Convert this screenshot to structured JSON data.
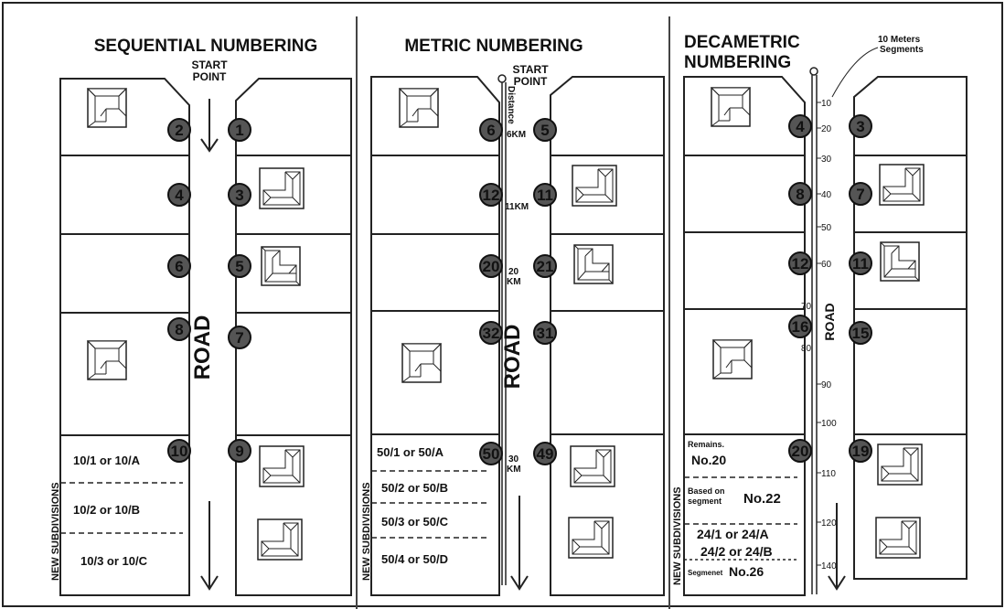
{
  "sequential": {
    "title": "SEQUENTIAL NUMBERING",
    "start_point": [
      "START",
      "POINT"
    ],
    "road": "ROAD",
    "side_label": "NEW SUBDIVISIONS",
    "left_badges": [
      "2",
      "4",
      "6",
      "8",
      "10"
    ],
    "right_badges": [
      "1",
      "3",
      "5",
      "7",
      "9"
    ],
    "sub_lots": [
      "10/1 or 10/A",
      "10/2 or 10/B",
      "10/3 or 10/C"
    ]
  },
  "metric": {
    "title": "METRIC NUMBERING",
    "start_point": [
      "START",
      "POINT"
    ],
    "road": "ROAD",
    "side_label": "NEW SUBDIVISIONS",
    "left_badges": [
      "6",
      "12",
      "20",
      "32",
      "50"
    ],
    "right_badges": [
      "5",
      "11",
      "21",
      "31",
      "49"
    ],
    "km_labels": [
      "6KM",
      "11KM",
      "20",
      "KM",
      "30",
      "KM"
    ],
    "distance_label": "Distance",
    "sub_lots": [
      "50/1 or 50/A",
      "50/2 or 50/B",
      "50/3 or 50/C",
      "50/4 or 50/D"
    ]
  },
  "decametric": {
    "title": [
      "DECAMETRIC",
      "NUMBERING"
    ],
    "segment_note": [
      "10 Meters",
      "Segments"
    ],
    "road": "ROAD",
    "side_label": "NEW SUBDIVISIONS",
    "left_badges": [
      "4",
      "8",
      "12",
      "16",
      "20"
    ],
    "right_badges": [
      "3",
      "7",
      "11",
      "15",
      "19"
    ],
    "ticks": [
      "10",
      "20",
      "30",
      "40",
      "50",
      "60",
      "70",
      "80",
      "90",
      "100",
      "110",
      "120",
      "140"
    ],
    "remains": "Remains.",
    "no20": "No.20",
    "based_on": [
      "Based on",
      "segment"
    ],
    "no22": "No.22",
    "lot_a": "24/1 or 24/A",
    "lot_b": "24/2 or 24/B",
    "segment_word": "Segmenet",
    "no26": "No.26"
  }
}
